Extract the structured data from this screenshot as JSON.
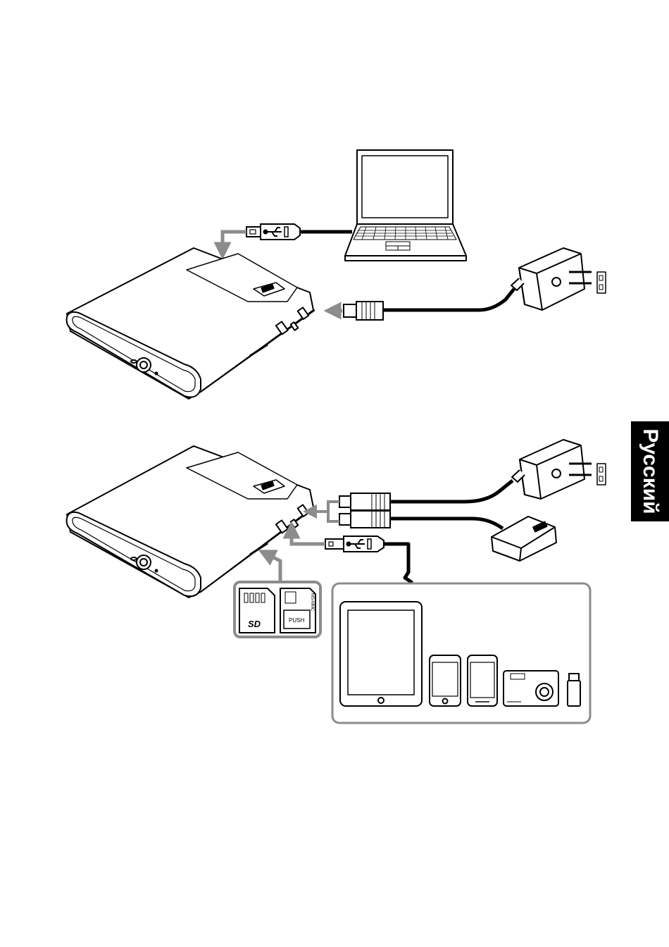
{
  "language_tab": "Русский",
  "sd_card": {
    "logo": "SD"
  },
  "ms_card": {
    "push_label": "PUSH",
    "side_label": "MS-MMC"
  }
}
